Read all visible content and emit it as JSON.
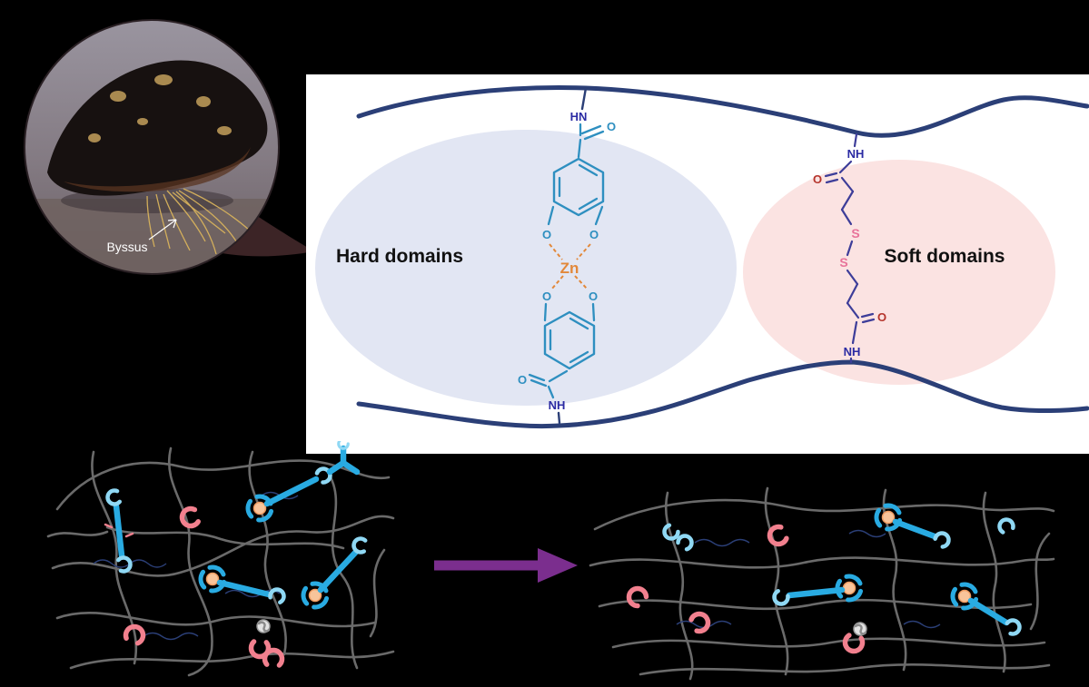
{
  "photo": {
    "byssus_label": "Byssus"
  },
  "schematic": {
    "hard_domain": {
      "label": "Hard domains",
      "zn": "Zn",
      "atoms": {
        "hn_top": "HN",
        "o_top": "O",
        "o_cat_left": "O",
        "o_cat_right": "O",
        "o_low_left": "O",
        "o_low_right": "O",
        "o_bottom": "O",
        "nh_bottom": "NH"
      }
    },
    "soft_domain": {
      "label": "Soft domains",
      "atoms": {
        "nh_top": "NH",
        "o_top": "O",
        "s_upper": "S",
        "s_lower": "S",
        "o_bottom": "O",
        "nh_bottom": "NH"
      }
    },
    "colors": {
      "polymer_chain": "#2b3f77",
      "hard_structure": "#2e8fc0",
      "zinc": "#e2883a",
      "hard_ellipse": "#e2e6f3",
      "soft_ellipse": "#fbe3e2",
      "soft_bond": "#3d3d99",
      "nitrogen": "#2b2ba3",
      "oxygen": "#b5342c",
      "sulfur": "#e8739a"
    }
  },
  "networks": {
    "arrow_color": "#7b2e8e",
    "strand_color": "#6a6a6a",
    "crosslink_color": "#29abe2",
    "metal_node_color": "#f8c49a",
    "thiol_color": "#f2808e"
  }
}
